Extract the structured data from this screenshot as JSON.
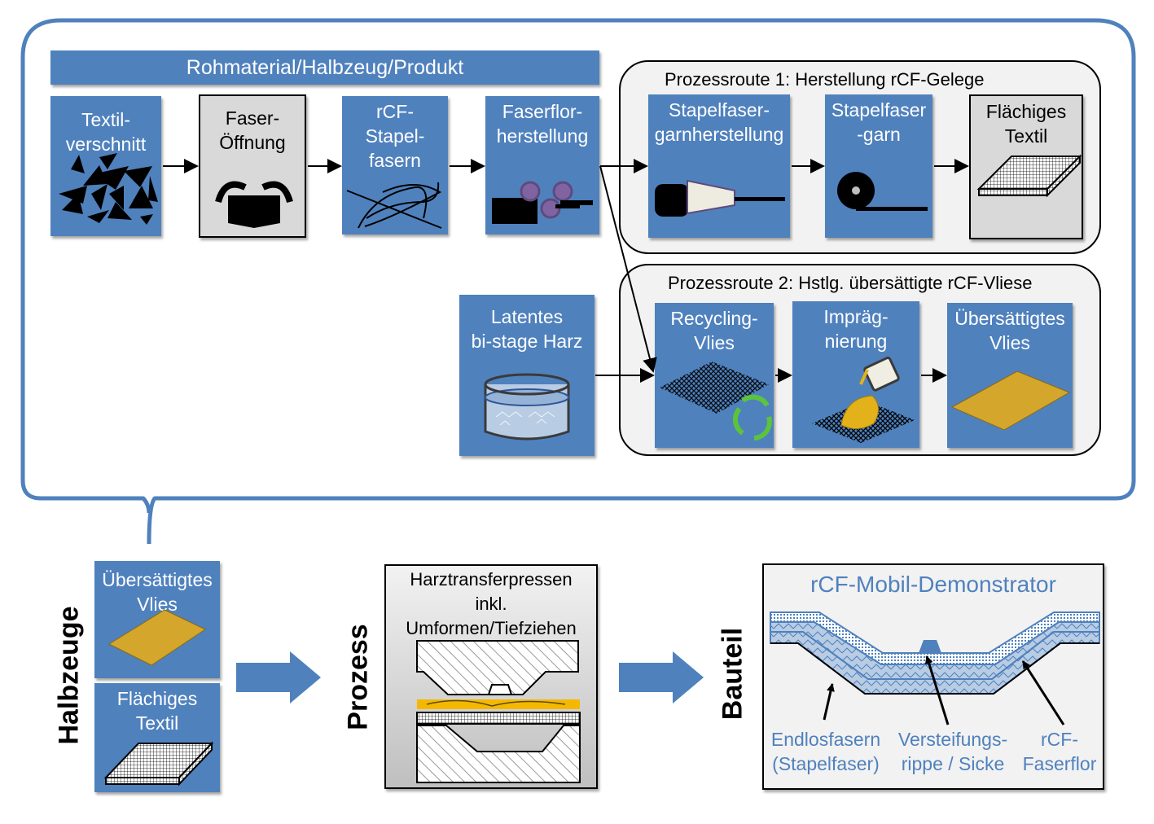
{
  "header": {
    "title": "Rohmaterial/Halbzeug/Produkt"
  },
  "main_chain": [
    {
      "label": "Textil-\nverschnitt",
      "icon": "textile-scraps-icon"
    },
    {
      "label": "Faser-\nÖffnung",
      "icon": "fiber-opening-icon"
    },
    {
      "label": "rCF-\nStapel-\nfasern",
      "icon": "staple-fibers-icon"
    },
    {
      "label": "Faserflor-\nherstellung",
      "icon": "carding-rollers-icon"
    }
  ],
  "route1": {
    "title": "Prozessroute 1: Herstellung rCF-Gelege",
    "steps": [
      {
        "label": "Stapelfaser-\ngarnherstellung",
        "icon": "yarn-spinning-icon"
      },
      {
        "label": "Stapelfaser\n-garn",
        "icon": "yarn-spool-icon"
      },
      {
        "label": "Flächiges\nTextil",
        "icon": "flat-textile-icon"
      }
    ]
  },
  "resin": {
    "label": "Latentes\nbi-stage Harz",
    "icon": "resin-bath-icon"
  },
  "route2": {
    "title": "Prozessroute 2: Hstlg. übersättigte rCF-Vliese",
    "steps": [
      {
        "label": "Recycling-\nVlies",
        "icon": "recycling-nonwoven-icon"
      },
      {
        "label": "Impräg-\nnierung",
        "icon": "impregnation-icon"
      },
      {
        "label": "Übersättigtes\nVlies",
        "icon": "prepreg-nonwoven-icon"
      }
    ]
  },
  "bottom": {
    "halbzeuge": {
      "side_label": "Halbzeuge",
      "items": [
        {
          "label": "Übersättigtes\nVlies"
        },
        {
          "label": "Flächiges\nTextil"
        }
      ]
    },
    "prozess": {
      "side_label": "Prozess",
      "label": "Harztransferpressen\ninkl.\nUmformen/Tiefziehen"
    },
    "bauteil": {
      "side_label": "Bauteil",
      "title": "rCF-Mobil-Demonstrator",
      "annotations": [
        "Endlosfasern\n(Stapelfaser)",
        "Versteifungs-\nrippe / Sicke",
        "rCF-\nFaserflor"
      ]
    }
  },
  "colors": {
    "accent_blue": "#4f81bd",
    "grey_box": "#d9d9d9",
    "route_bg": "#f2f2f2",
    "resin_yellow": "#d4a72c",
    "recycle_green": "#5cc43c",
    "roller_purple": "#8064a2"
  }
}
